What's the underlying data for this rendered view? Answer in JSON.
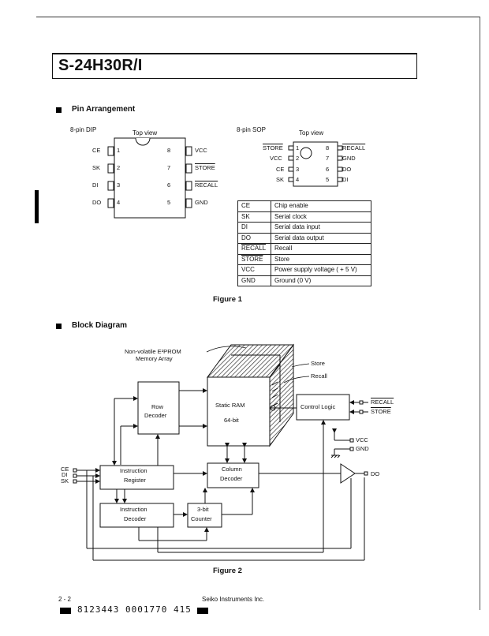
{
  "header": {
    "title": "S-24H30R/I"
  },
  "pin_section": {
    "title": "Pin Arrangement",
    "dip": {
      "label": "8-pin DIP",
      "view": "Top view",
      "left_pins": [
        {
          "name": "CE",
          "num": "1"
        },
        {
          "name": "SK",
          "num": "2"
        },
        {
          "name": "DI",
          "num": "3"
        },
        {
          "name": "DO",
          "num": "4"
        }
      ],
      "right_pins": [
        {
          "num": "8",
          "name": "VCC"
        },
        {
          "num": "7",
          "name": "STORE"
        },
        {
          "num": "6",
          "name": "RECALL"
        },
        {
          "num": "5",
          "name": "GND"
        }
      ]
    },
    "sop": {
      "label": "8-pin SOP",
      "view": "Top view",
      "left_pins": [
        {
          "name": "STORE",
          "num": "1"
        },
        {
          "name": "VCC",
          "num": "2"
        },
        {
          "name": "CE",
          "num": "3"
        },
        {
          "name": "SK",
          "num": "4"
        }
      ],
      "right_pins": [
        {
          "num": "8",
          "name": "RECALL"
        },
        {
          "num": "7",
          "name": "GND"
        },
        {
          "num": "6",
          "name": "DO"
        },
        {
          "num": "5",
          "name": "DI"
        }
      ]
    },
    "table": [
      {
        "pin": "CE",
        "desc": "Chip enable"
      },
      {
        "pin": "SK",
        "desc": "Serial clock"
      },
      {
        "pin": "DI",
        "desc": "Serial data input"
      },
      {
        "pin": "DO",
        "desc": "Serial data output"
      },
      {
        "pin": "RECALL",
        "desc": "Recall"
      },
      {
        "pin": "STORE",
        "desc": "Store"
      },
      {
        "pin": "VCC",
        "desc": "Power supply voltage ( + 5 V)"
      },
      {
        "pin": "GND",
        "desc": "Ground (0 V)"
      }
    ],
    "figure": "Figure 1"
  },
  "block_section": {
    "title": "Block Diagram",
    "labels": {
      "eeprom": "Non-volatile E²PROM",
      "array": "Memory Array",
      "store": "Store",
      "recall": "Recall",
      "row1": "Row",
      "row2": "Decoder",
      "sram1": "Static RAM",
      "sram2": "64-bit",
      "control": "Control Logic",
      "recall_pin": "RECALL",
      "store_pin": "STORE",
      "vcc": "VCC",
      "gnd": "GND",
      "ce": "CE",
      "di": "DI",
      "sk": "SK",
      "instr_reg1": "Instruction",
      "instr_reg2": "Register",
      "col1": "Column",
      "col2": "Decoder",
      "do": "DO",
      "instr_dec1": "Instruction",
      "instr_dec2": "Decoder",
      "cnt1": "3-bit",
      "cnt2": "Counter"
    },
    "figure": "Figure 2"
  },
  "footer": {
    "page": "2 - 2",
    "company": "Seiko Instruments Inc.",
    "barcode": "8123443 0001770 415"
  }
}
